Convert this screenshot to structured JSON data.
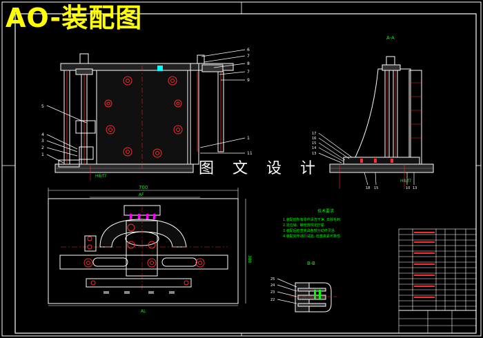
{
  "title": "AO-装配图",
  "watermark": "图 文 设 计",
  "section_aa": "A-A",
  "section_bb": "B-B",
  "dim_width": "700",
  "dim_inner": "AF",
  "dim_bottom": "AL",
  "dim_side": "380",
  "notes_heading": "技术要求",
  "notes": [
    "1.装配前所有零件清洗干净, 去除毛刺.",
    "2.定位销、螺栓按规定拧紧.",
    "3.装配后检查夹具各部分动作灵活.",
    "4.装配完毕进行试验, 检查夹紧可靠性."
  ],
  "front_callouts_left": [
    "5",
    "4",
    "3",
    "2",
    "1"
  ],
  "front_callouts_right": [
    "6",
    "7",
    "8",
    "7",
    "9",
    "1",
    "11"
  ],
  "side_callouts_left": [
    "17",
    "16",
    "15",
    "14",
    "13"
  ],
  "side_callouts_bottom": [
    "18",
    "15",
    "10",
    "13"
  ],
  "bb_callouts": [
    "25",
    "24",
    "23",
    "22"
  ],
  "label_h1": "H8/f7",
  "label_h2": "H8/f7",
  "colors": {
    "line": "#ffffff",
    "accent": "#ffff00",
    "red": "#ff2a2a",
    "green": "#00ff00",
    "magenta": "#ff00ff",
    "cyan": "#00ffff"
  }
}
